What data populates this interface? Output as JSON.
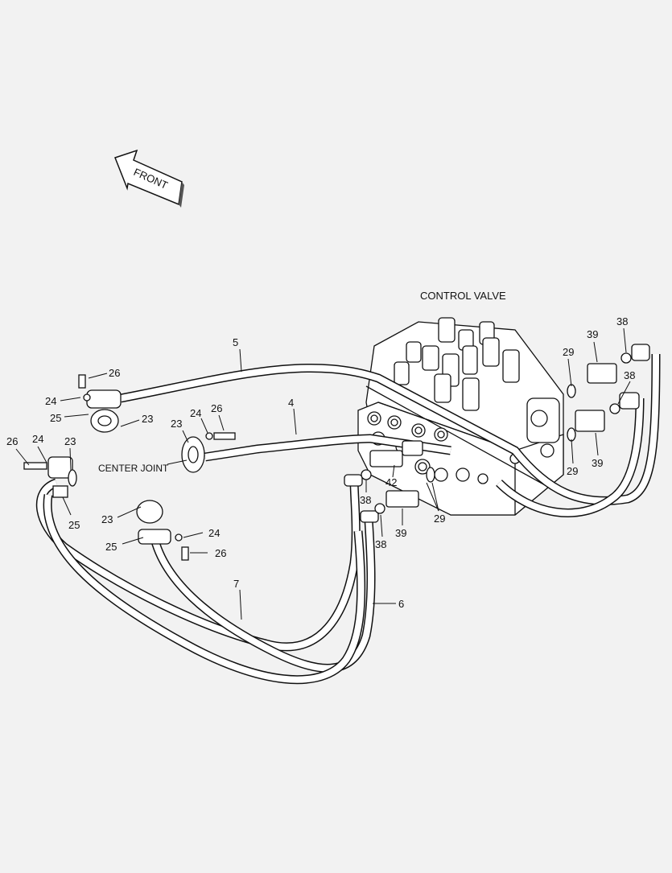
{
  "captions": {
    "control_valve": "CONTROL VALVE",
    "center_joint": "CENTER JOINT",
    "front_arrow": "FRONT"
  },
  "parts": {
    "hose_5": "5",
    "hose_4": "4",
    "hose_7": "7",
    "hose_6": "6",
    "p26_a": "26",
    "p24_a": "24",
    "p25_a": "25",
    "p23_a": "23",
    "p26_b": "26",
    "p24_b": "24",
    "p23_b": "23",
    "p26_c": "26",
    "p24_c": "24",
    "p23_c": "23",
    "p25_c": "25",
    "p23_d": "23",
    "p24_d": "24",
    "p25_d": "25",
    "p26_d": "26",
    "p29_a": "29",
    "p39_a": "39",
    "p38_a": "38",
    "p38_b": "38",
    "p29_b": "29",
    "p39_b": "39",
    "p42": "42",
    "p38_c": "38",
    "p29_c": "29",
    "p38_d": "38",
    "p39_c": "39"
  }
}
